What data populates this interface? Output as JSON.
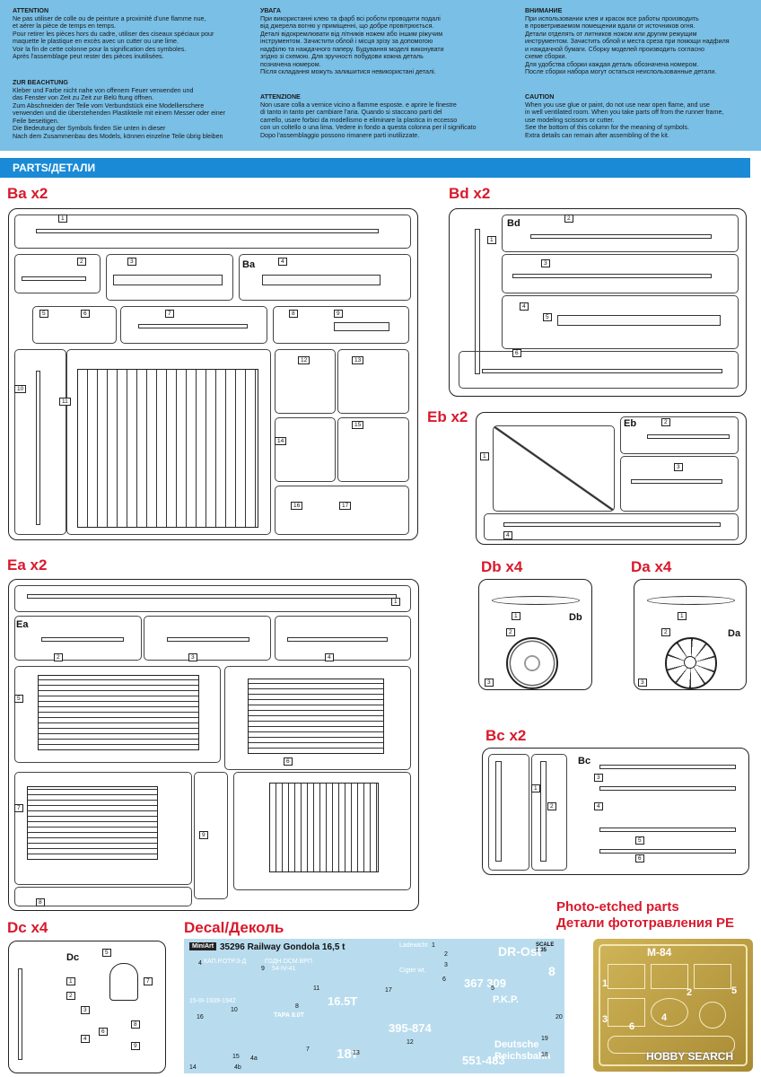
{
  "notes": {
    "fr": {
      "heading": "ATTENTION",
      "text": "Ne pas utiliser de colle ou de peinture a proximité d'une flamme nue,\net aérer la pièce de temps en temps.\nPour retirer les pièces hors du cadre, utiliser des ciseaux spéciaux pour\nmaquette le plastique en excès avec un cutter ou une lime.\nVoir la fin de cette colonne pour la signification des symboles.\nAprès l'assemblage peut rester des pièces inutilisées."
    },
    "de": {
      "heading": "ZUR BEACHTUNG",
      "text": "Kleber und Farbe nicht nahe von offenem Feuer verwenden und\ndas Fenster von Zeit zu Zeit zur Belü ftung öffnen.\nZum Abschneiden der Teile vom Verbundstück eine Modellierschere\nverwenden und die überstehenden Plastikteile mit einem Messer oder einer\nFeile beseitigen.\nDie Bedeutung der Symbols finden Sie unten in dieser\nNach dem Zusammenbau des Models, können einzelne Teile übrig bleiben"
    },
    "ua": {
      "heading": "УВАГА",
      "text": "При використанні клею та фарб всі роботи проводити подалі\nвід джерела вогню у приміщенні, що добре провітрюється.\nДеталі відокремлювати від літників ножем або іншим ріжучим\nінструментом. Зачистити облой і місця зрізу за допомогою\nнадфілю та наждачного паперу. Будування моделі виконувати\nзгідно зі схемою. Для зручності побудови кожна деталь\nпозначена номером.\nПісля складання можуть залишитися невикористані деталі."
    },
    "it": {
      "heading": "ATTENZIONE",
      "text": "Non usare colla a vernice vicino a flamme esposte. e aprire le finestre\ndi tanto in tanto per cambiare l'aria. Quando si staccano parti del\ncarrello, usare forbici da modellismo e eliminare la plastica in eccesso\ncon un coltello o una lima. Vedere in fondo a questa colonna  per il significato\nDopo l'assemblaggio possono rimanere parti inutilizzate."
    },
    "ru": {
      "heading": "ВНИМАНИЕ",
      "text": "При использовании клея и красок все работы производить\nв проветриваемом помещении вдали от источников огня.\nДетали отделять от литников ножом или другим режущим\nинструментом. Зачистить облой и места среза при помощи надфиля\nи наждачной бумаги. Сборку моделей производить согласно\nсхеме сборки.\nДля удобства сборки каждая деталь обозначена номером.\nПосле сборки набора могут остаться неиспользованные детали."
    },
    "en": {
      "heading": "CAUTION",
      "text": "When you use glue or paint, do not use near open flame, and use\nin well ventilated room. When you take parts off from the runner frame,\nuse modeling scissors or cutter.\nSee the bottom of this column for the meaning of symbols.\nExtra details can remain after assembling of the kit."
    }
  },
  "section_title": "PARTS/ДЕТАЛИ",
  "sprues": {
    "ba": {
      "title": "Ba x2",
      "letter": "Ba",
      "nums": [
        "1",
        "2",
        "3",
        "4",
        "5",
        "6",
        "7",
        "8",
        "9",
        "10",
        "11",
        "12",
        "13",
        "14",
        "15",
        "16",
        "17"
      ]
    },
    "bd": {
      "title": "Bd x2",
      "letter": "Bd",
      "nums": [
        "1",
        "2",
        "3",
        "4",
        "5",
        "6"
      ]
    },
    "eb": {
      "title": "Eb x2",
      "letter": "Eb",
      "nums": [
        "1",
        "2",
        "3",
        "4"
      ]
    },
    "ea": {
      "title": "Ea x2",
      "letter": "Ea",
      "nums": [
        "1",
        "2",
        "3",
        "4",
        "5",
        "6",
        "7",
        "8",
        "9"
      ]
    },
    "db": {
      "title": "Db x4",
      "letter": "Db",
      "nums": [
        "1",
        "2",
        "3"
      ]
    },
    "da": {
      "title": "Da x4",
      "letter": "Da",
      "nums": [
        "1",
        "2",
        "3"
      ]
    },
    "bc": {
      "title": "Bc x2",
      "letter": "Bc",
      "nums": [
        "1",
        "2",
        "3",
        "4",
        "5",
        "6"
      ]
    },
    "dc": {
      "title": "Dc x4",
      "letter": "Dc",
      "nums": [
        "1",
        "2",
        "3",
        "4",
        "5",
        "6",
        "7",
        "8",
        "9"
      ]
    }
  },
  "decal": {
    "title": "Decal/Деколь",
    "brand": "MiniArt",
    "kit": "35296 Railway Gondola 16,5 t",
    "scale": "SCALE 1:35",
    "texts": [
      "КАП.Р.ОТР.З-Д",
      "ГОДН.ОСМ.ВРП",
      "54-IV-41",
      "15-III-1939-1942",
      "ТАРА 8.0Т",
      "16.5Т",
      "18т",
      "Ladewicht",
      "Cigter wt.",
      "367 309",
      "395-874",
      "551-483",
      "DR-Ost",
      "P.K.P.",
      "Deutsche Reichsbahn",
      "8"
    ],
    "nums": [
      "1",
      "2",
      "3",
      "4",
      "4a",
      "4b",
      "5",
      "6",
      "7",
      "8",
      "9",
      "10",
      "11",
      "12",
      "13",
      "14",
      "15",
      "16",
      "17",
      "18",
      "19",
      "20"
    ]
  },
  "pe": {
    "title_en": "Photo-etched parts",
    "title_ru": "Детали фототравления PE",
    "code": "M-84",
    "nums": [
      "1",
      "2",
      "3",
      "4",
      "5",
      "6"
    ]
  },
  "watermark": "HOBBY SEARCH"
}
